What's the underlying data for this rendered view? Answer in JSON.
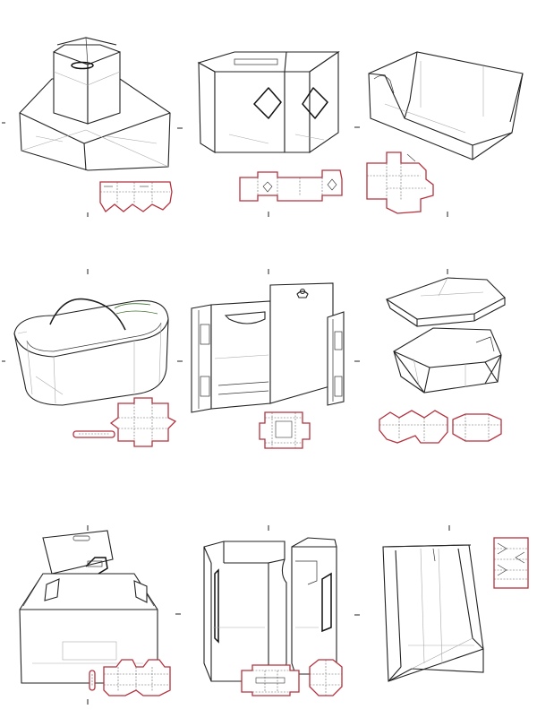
{
  "sheet": {
    "cells": [
      {
        "id": "gable-carrier-handle",
        "shape": "cross-handle gable carrier with trapezoid base"
      },
      {
        "id": "twin-window-box",
        "shape": "two-compartment box with diamond windows"
      },
      {
        "id": "display-tray",
        "shape": "open front display tray"
      },
      {
        "id": "oval-basket",
        "shape": "oval basket with arched handle"
      },
      {
        "id": "hanging-folder",
        "shape": "hang-tab folder with side panels"
      },
      {
        "id": "hexagonal-box-lid",
        "shape": "hexagonal box with separate lid"
      },
      {
        "id": "handle-case",
        "shape": "briefcase style box with tuck handle"
      },
      {
        "id": "bottle-carrier",
        "shape": "tall box with attached bottle sleeve"
      },
      {
        "id": "paper-bag",
        "shape": "gusseted paper bag"
      }
    ],
    "colors": {
      "outline": "#222222",
      "dieline_cut": "#b5323e",
      "crease": "#666666",
      "background": "#ffffff"
    }
  }
}
